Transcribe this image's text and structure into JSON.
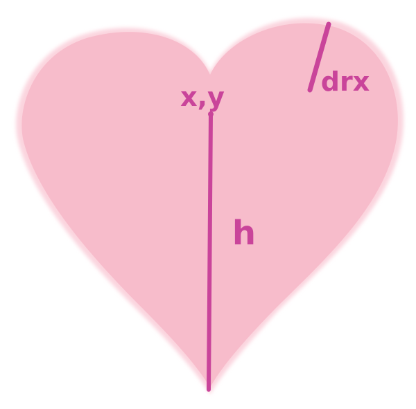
{
  "diagram": {
    "labels": {
      "origin": "x,y",
      "height": "h",
      "signature": "drx"
    },
    "colors": {
      "background": "#ffffff",
      "heart_fill": "#f7bccb",
      "heart_glow": "#fbd4de",
      "line": "#c9449a",
      "text": "#c9449a"
    }
  }
}
